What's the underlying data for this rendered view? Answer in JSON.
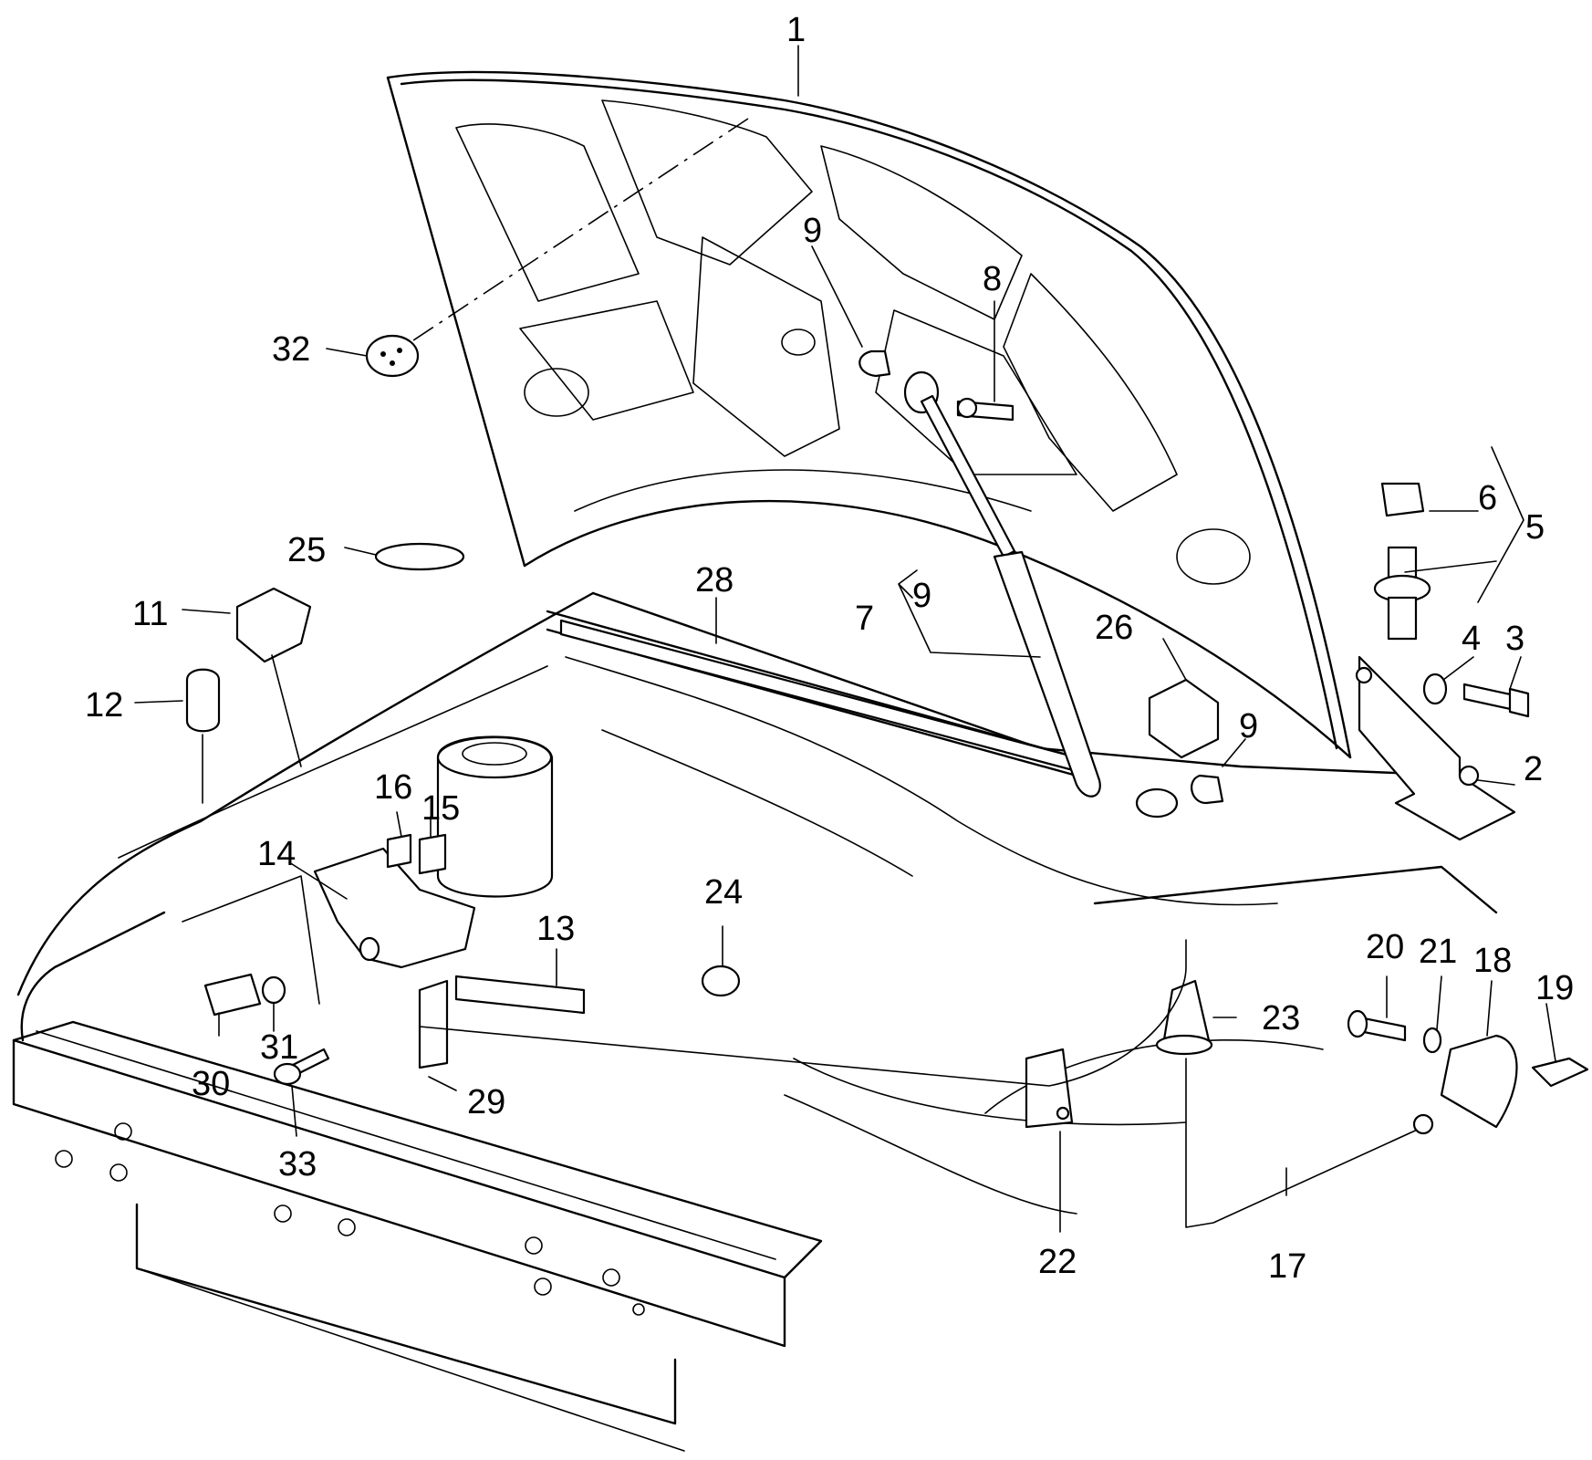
{
  "callouts": [
    {
      "id": "c1",
      "text": "1"
    },
    {
      "id": "c2",
      "text": "2"
    },
    {
      "id": "c3",
      "text": "3"
    },
    {
      "id": "c4",
      "text": "4"
    },
    {
      "id": "c5",
      "text": "5"
    },
    {
      "id": "c6",
      "text": "6"
    },
    {
      "id": "c7",
      "text": "7"
    },
    {
      "id": "c8",
      "text": "8"
    },
    {
      "id": "c9a",
      "text": "9"
    },
    {
      "id": "c9b",
      "text": "9"
    },
    {
      "id": "c9c",
      "text": "9"
    },
    {
      "id": "c11",
      "text": "11"
    },
    {
      "id": "c12",
      "text": "12"
    },
    {
      "id": "c13",
      "text": "13"
    },
    {
      "id": "c14",
      "text": "14"
    },
    {
      "id": "c15",
      "text": "15"
    },
    {
      "id": "c16",
      "text": "16"
    },
    {
      "id": "c17",
      "text": "17"
    },
    {
      "id": "c18",
      "text": "18"
    },
    {
      "id": "c19",
      "text": "19"
    },
    {
      "id": "c20",
      "text": "20"
    },
    {
      "id": "c21",
      "text": "21"
    },
    {
      "id": "c22",
      "text": "22"
    },
    {
      "id": "c23",
      "text": "23"
    },
    {
      "id": "c24",
      "text": "24"
    },
    {
      "id": "c25",
      "text": "25"
    },
    {
      "id": "c26",
      "text": "26"
    },
    {
      "id": "c28",
      "text": "28"
    },
    {
      "id": "c29",
      "text": "29"
    },
    {
      "id": "c30",
      "text": "30"
    },
    {
      "id": "c31",
      "text": "31"
    },
    {
      "id": "c32",
      "text": "32"
    },
    {
      "id": "c33",
      "text": "33"
    }
  ]
}
